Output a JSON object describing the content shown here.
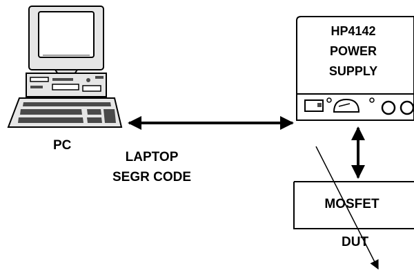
{
  "pc": {
    "label": "PC"
  },
  "link": {
    "caption_lines": [
      "LAPTOP",
      "SEGR CODE"
    ]
  },
  "power_supply": {
    "title_lines": [
      "HP4142",
      "POWER",
      "SUPPLY"
    ]
  },
  "device": {
    "box_label": "MOSFET",
    "caption": "DUT"
  },
  "colors": {
    "ink": "#000000",
    "case": "#e6e6e6",
    "screen": "#ffffff",
    "keys": "#4a4a4a"
  }
}
